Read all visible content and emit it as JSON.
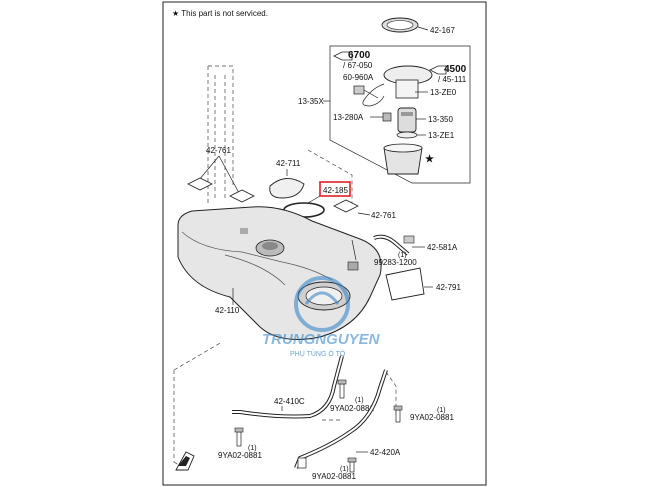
{
  "note": "★ This part is not serviced.",
  "watermark": {
    "brand": "TRUNGNGUYEN",
    "tagline": "PHỤ TÙNG Ô TÔ",
    "color": "#2e7fc4"
  },
  "callouts": {
    "c42_167": "42-167",
    "c6700": "6700",
    "c67_050": "/ 67-050",
    "c60_960A": "60-960A",
    "c4500": "4500",
    "c45_111": "/ 45-111",
    "c13_ZE0": "13-ZE0",
    "c13_35X": "13-35X",
    "c13_280A": "13-280A",
    "c13_350": "13-350",
    "c13_ZE1": "13-ZE1",
    "c42_761_top": "42-761",
    "c42_711": "42-711",
    "c42_185": "42-185",
    "c42_761_mid": "42-761",
    "c42_581A": "42-581A",
    "c99283_qty": "(1)",
    "c99283": "99283-1200",
    "c42_791": "42-791",
    "c42_110": "42-110",
    "c42_410C": "42-410C",
    "c9YA02_a_qty": "(1)",
    "c9YA02_a": "9YA02-0881",
    "c9YA02_b_qty": "(1)",
    "c9YA02_b": "9YA02-0881",
    "c9YA02_c_qty": "(1)",
    "c9YA02_c": "9YA02-0881",
    "c42_420A": "42-420A",
    "c9YA02_d_qty": "(1)",
    "c9YA02_d": "9YA02-0881"
  },
  "highlight_color": "#e0202a"
}
